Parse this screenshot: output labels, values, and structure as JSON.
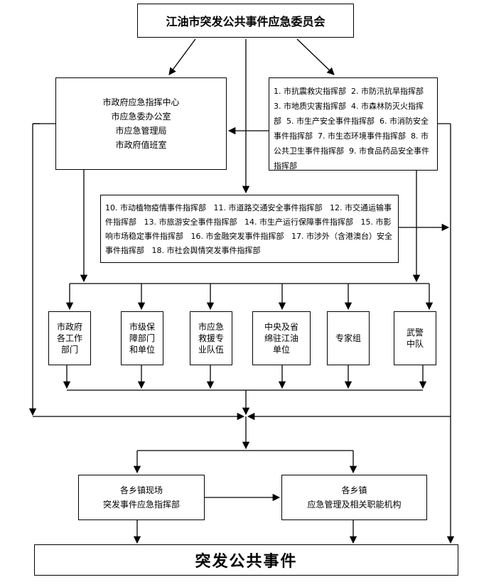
{
  "committee": "江油市突发公共事件应急委员会",
  "command_office": [
    "市政府应急指挥中心",
    "市应急委办公室",
    "市应急管理局",
    "市政府值班室"
  ],
  "hq_group_a": [
    "1. 市抗震救灾指挥部",
    "2. 市防汛抗旱指挥部",
    "3. 市地质灾害指挥部",
    "4. 市森林防灭火指挥部",
    "5. 市生产安全事件指挥部",
    "6. 市消防安全事件指挥部",
    "7. 市生态环境事件指挥部",
    "8. 市公共卫生事件指挥部",
    "9. 市食品药品安全事件指挥部"
  ],
  "hq_group_b": [
    "10. 市动植物疫情事件指挥部",
    "11. 市道路交通安全事件指挥部",
    "12. 市交通运输事件指挥部",
    "13. 市旅游安全事件指挥部",
    "14. 市生产运行保障事件指挥部",
    "15. 市影响市场稳定事件指挥部",
    "16. 市金融突发事件指挥部",
    "17. 市涉外（含港澳台）安全事件指挥部",
    "18. 市社会舆情突发事件指挥部"
  ],
  "units": [
    [
      "市政府",
      "各工作",
      "部门"
    ],
    [
      "市级保",
      "障部门",
      "和单位"
    ],
    [
      "市应急",
      "救援专",
      "业队伍"
    ],
    [
      "中央及省",
      "绵驻江油",
      "单位"
    ],
    [
      "专家组"
    ],
    [
      "武警",
      "中队"
    ]
  ],
  "towns_command": [
    "各乡镇现场",
    "突发事件应急指挥部"
  ],
  "towns_agency": [
    "各乡镇",
    "应急管理及相关职能机构"
  ],
  "event": "突发公共事件"
}
